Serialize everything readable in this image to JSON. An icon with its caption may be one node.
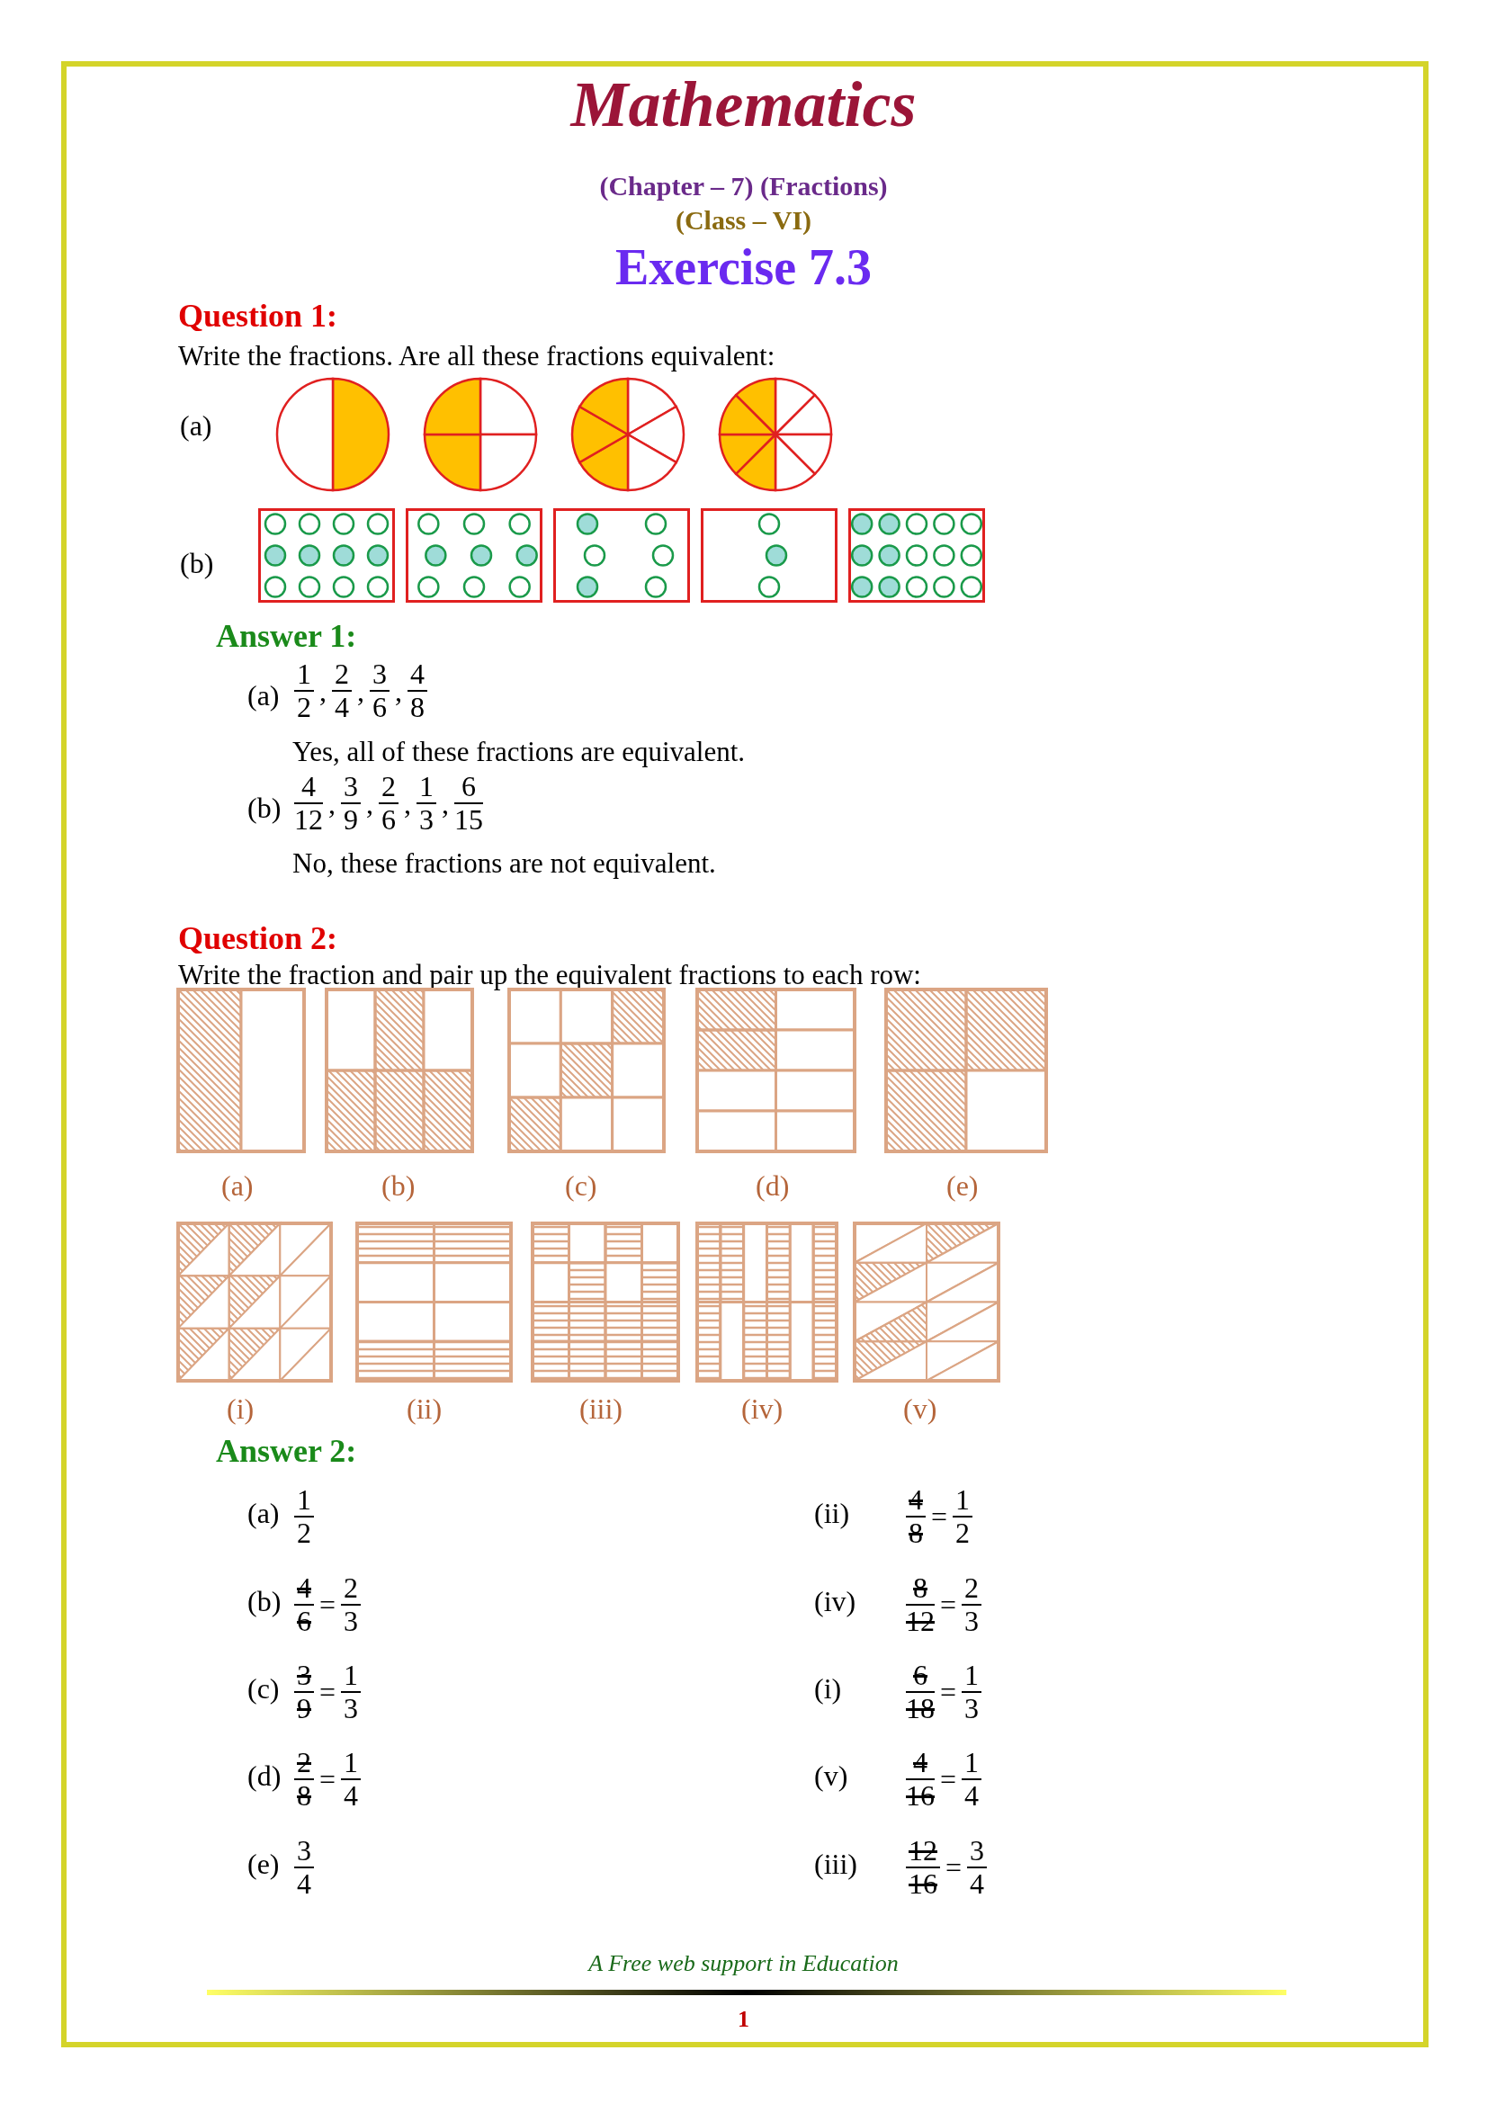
{
  "diagram": {
    "title": "Mathematics",
    "labels": [
      "(Chapter – 7) (Fractions)",
      "(Class – VI)",
      "Exercise 7.3",
      "Question 1:",
      "Write the fractions. Are all these fractions equivalent:",
      "(a)",
      "(b)",
      "Answer 1:",
      "(a)",
      "1",
      "2",
      ",",
      "2",
      "4",
      ",",
      "3",
      "6",
      ",",
      "4",
      "8",
      "Yes, all of these fractions are equivalent.",
      "(b)",
      "4",
      "12",
      ",",
      "3",
      "9",
      ",",
      "2",
      "6",
      ",",
      "1",
      "3",
      ",",
      "6",
      "15",
      "No, these fractions are not equivalent.",
      "Question 2:",
      "Write the fraction and pair up the equivalent fractions to each row:",
      "(a)",
      "(b)",
      "(c)",
      "(d)",
      "(e)",
      "(i)",
      "(ii)",
      "(iii)",
      "(iv)",
      "(v)",
      "Answer 2:",
      "(a)",
      "1",
      "2",
      "(ii)",
      "4",
      "8",
      "=",
      "1",
      "2",
      "(b)",
      "4",
      "6",
      "=",
      "2",
      "3",
      "(iv)",
      "8",
      "12",
      "=",
      "2",
      "3",
      "(c)",
      "3",
      "9",
      "=",
      "1",
      "3",
      "(i)",
      "6",
      "18",
      "=",
      "1",
      "3",
      "(d)",
      "2",
      "8",
      "=",
      "1",
      "4",
      "(v)",
      "4",
      "16",
      "=",
      "1",
      "4",
      "(e)",
      "3",
      "4",
      "(iii)",
      "12",
      "16",
      "=",
      "3",
      "4",
      "A Free web support in Education",
      "1"
    ]
  }
}
